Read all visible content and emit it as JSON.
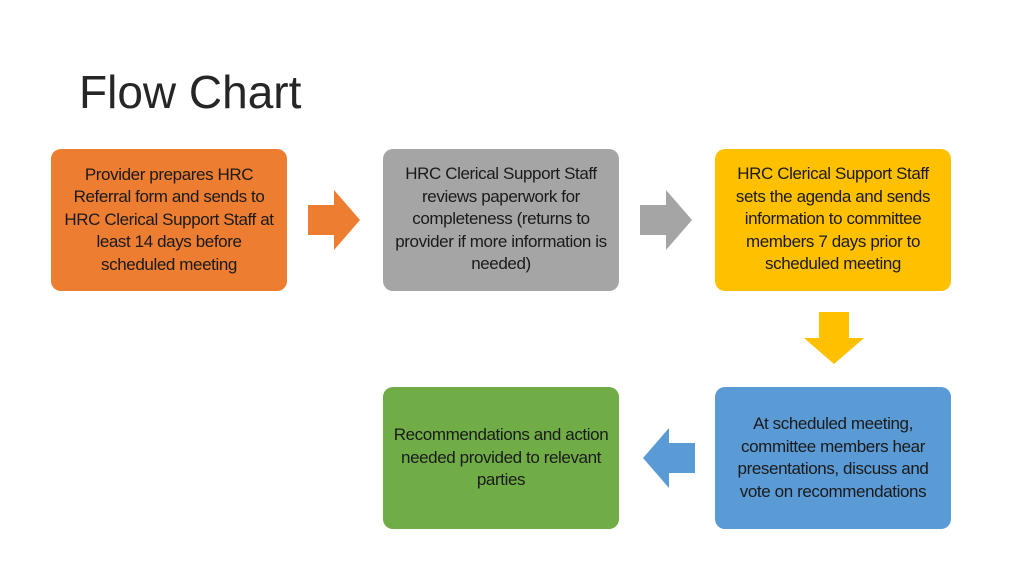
{
  "title": "Flow Chart",
  "steps": [
    {
      "text": "Provider prepares HRC Referral form and sends to HRC Clerical Support Staff at least 14 days before scheduled meeting",
      "color": "#ed7d31"
    },
    {
      "text": "HRC Clerical Support Staff reviews paperwork for completeness (returns to provider if more information is needed)",
      "color": "#a5a5a5"
    },
    {
      "text": "HRC Clerical Support Staff sets the agenda and sends information to committee members 7 days prior to scheduled meeting",
      "color": "#ffc000"
    },
    {
      "text": "At scheduled meeting, committee members hear presentations, discuss and vote on recommendations",
      "color": "#5b9bd5"
    },
    {
      "text": "Recommendations and action needed provided to relevant parties",
      "color": "#70ad47"
    }
  ],
  "arrows": [
    {
      "direction": "right",
      "color": "#ed7d31"
    },
    {
      "direction": "right",
      "color": "#a5a5a5"
    },
    {
      "direction": "down",
      "color": "#ffc000"
    },
    {
      "direction": "left",
      "color": "#5b9bd5"
    }
  ]
}
